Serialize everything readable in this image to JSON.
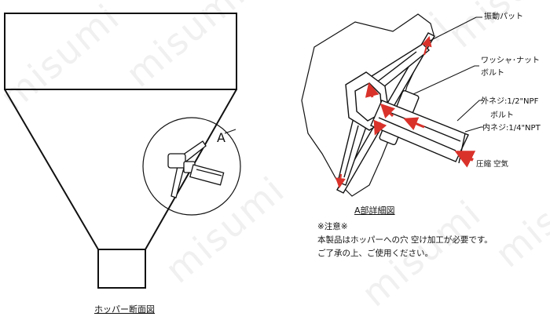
{
  "left_caption": "ホッパー断面図",
  "detail_marker": "A",
  "detail_caption": "A部詳細図",
  "labels": {
    "vibrating_pad": "振動パット",
    "washer_nut": "ワッシャ･ナット",
    "bolt_top": "ボルト",
    "outer_thread": "外ネジ:1/2\"NPF",
    "bolt_mid": "ボルト",
    "inner_thread": "内ネジ:1/4\"NPT",
    "compressed_air": "圧縮 空気"
  },
  "note": {
    "heading": "※注意※",
    "line1": "本製品はホッパーへの穴 空け加工が必要です。",
    "line2": "ご了承の上、ご使用ください。"
  },
  "watermark": "misumi",
  "colors": {
    "line": "#111111",
    "arrow": "#d9322b"
  }
}
